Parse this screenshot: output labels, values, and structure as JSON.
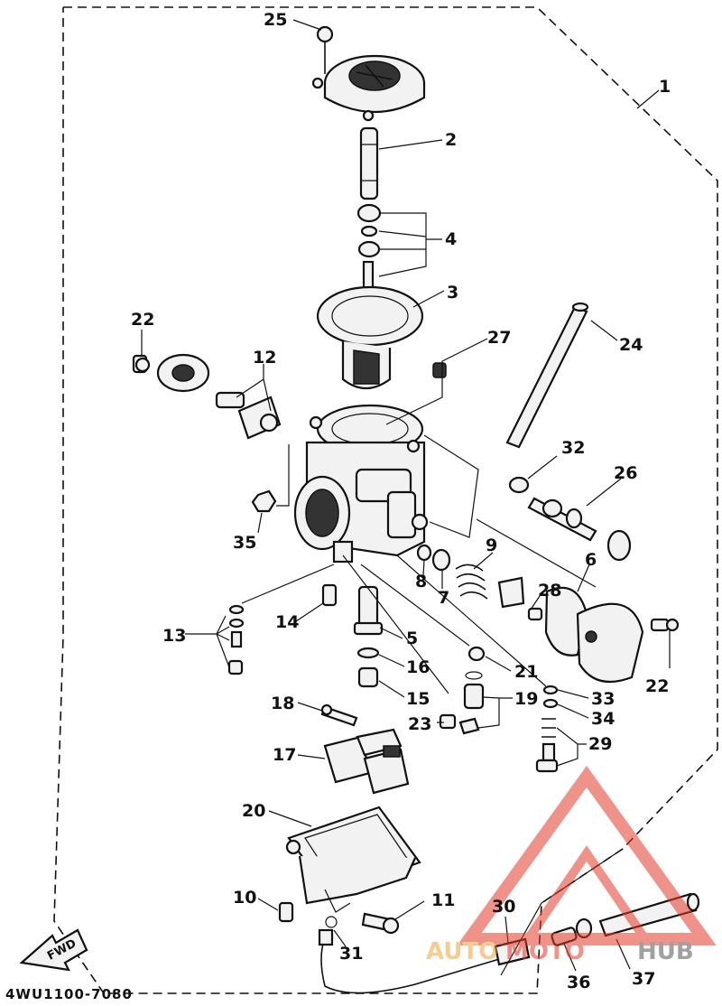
{
  "diagram": {
    "drawing_code": "4WU1100-7080",
    "fwd_label": "FWD",
    "watermark": {
      "part1": "AUTO",
      "part2": "MOTO",
      "part3": "HUB"
    },
    "callouts": {
      "c1": "1",
      "c2": "2",
      "c3": "3",
      "c4": "4",
      "c5": "5",
      "c6": "6",
      "c7": "7",
      "c8": "8",
      "c9": "9",
      "c10": "10",
      "c11": "11",
      "c12": "12",
      "c13": "13",
      "c14": "14",
      "c15": "15",
      "c16": "16",
      "c17": "17",
      "c18": "18",
      "c19": "19",
      "c20": "20",
      "c21": "21",
      "c22a": "22",
      "c22b": "22",
      "c23": "23",
      "c24": "24",
      "c25": "25",
      "c26": "26",
      "c27": "27",
      "c28": "28",
      "c29": "29",
      "c30": "30",
      "c31": "31",
      "c32": "32",
      "c33": "33",
      "c34": "34",
      "c35": "35",
      "c36": "36",
      "c37": "37"
    }
  }
}
